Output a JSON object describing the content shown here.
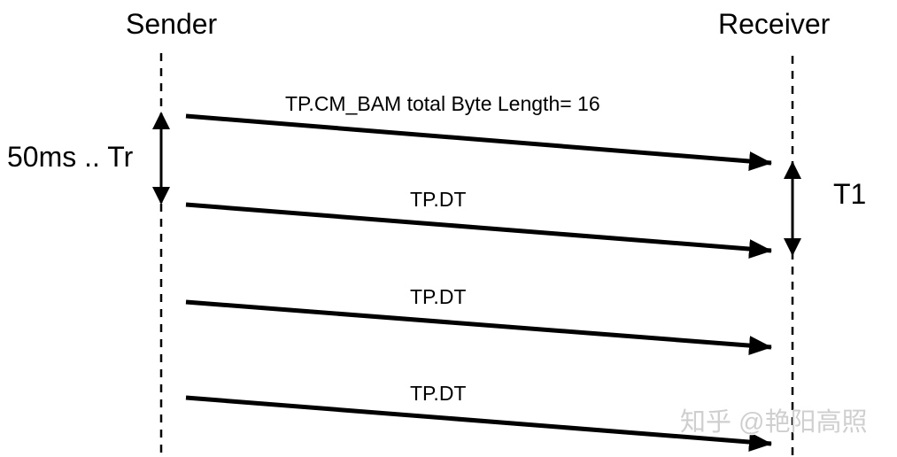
{
  "diagram": {
    "type": "sequence-diagram",
    "actors": [
      {
        "name": "Sender"
      },
      {
        "name": "Receiver"
      }
    ],
    "messages": [
      {
        "label": "TP.CM_BAM total Byte Length= 16",
        "from": "Sender",
        "to": "Receiver"
      },
      {
        "label": "TP.DT",
        "from": "Sender",
        "to": "Receiver"
      },
      {
        "label": "TP.DT",
        "from": "Sender",
        "to": "Receiver"
      },
      {
        "label": "TP.DT",
        "from": "Sender",
        "to": "Receiver"
      }
    ],
    "timing_annotations": [
      {
        "label": "50ms .. Tr",
        "side": "sender",
        "between": "message 1 and message 2"
      },
      {
        "label": "T1",
        "side": "receiver",
        "between": "arrival of message 1 and message 2"
      }
    ],
    "colors": {
      "line": "#000000",
      "background": "#ffffff",
      "watermark": "#cfcfcf"
    }
  },
  "watermark": {
    "text": "知乎 @艳阳高照"
  }
}
